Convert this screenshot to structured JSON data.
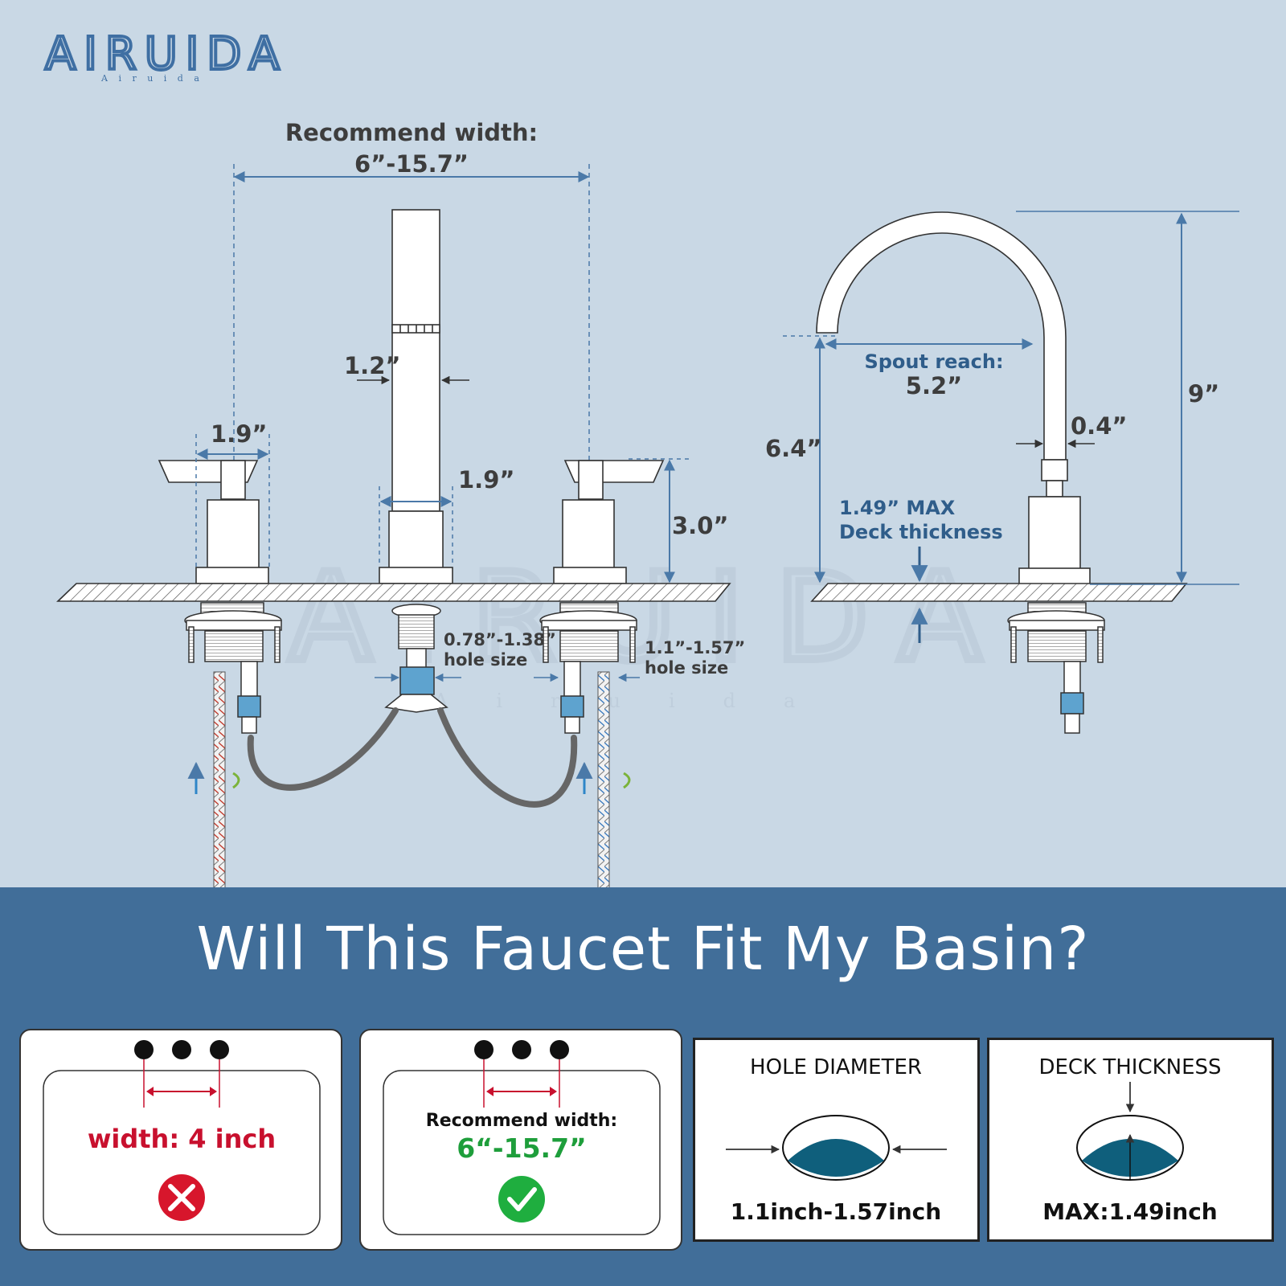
{
  "brand": {
    "logo_text": "AIRUIDA",
    "logo_subtext": "A i r u i d a"
  },
  "dimensions": {
    "recommend_width_label": "Recommend width:",
    "recommend_width_value": "6”-15.7”",
    "spray_width": "1.2”",
    "spout_base_width": "1.9”",
    "handle_width": "1.9”",
    "handle_height": "3.0”",
    "center_hole": "0.78”-1.38”",
    "center_hole_label": "hole size",
    "side_hole": "1.1”-1.57”",
    "side_hole_label": "hole size",
    "spout_reach_label": "Spout reach:",
    "spout_reach_value": "5.2”",
    "spout_height": "6.4”",
    "total_height": "9”",
    "spout_tube": "0.4”",
    "deck_max_label": "1.49” MAX",
    "deck_thickness_label": "Deck thickness"
  },
  "headline": "Will This Faucet Fit My Basin?",
  "cards": {
    "wrong": {
      "label": "width: 4 inch",
      "color": "#c8102e"
    },
    "right": {
      "label": "Recommend width:",
      "value": "6“-15.7”",
      "color": "#1e9e3b"
    },
    "hole": {
      "title": "HOLE DIAMETER",
      "value": "1.1inch-1.57inch"
    },
    "deck": {
      "title": "DECK THICKNESS",
      "value": "MAX:1.49inch"
    }
  },
  "colors": {
    "background": "#c9d8e5",
    "band": "#416e99",
    "dimension_line": "#4a79a8",
    "basin_fill": "#0f5f7c"
  }
}
